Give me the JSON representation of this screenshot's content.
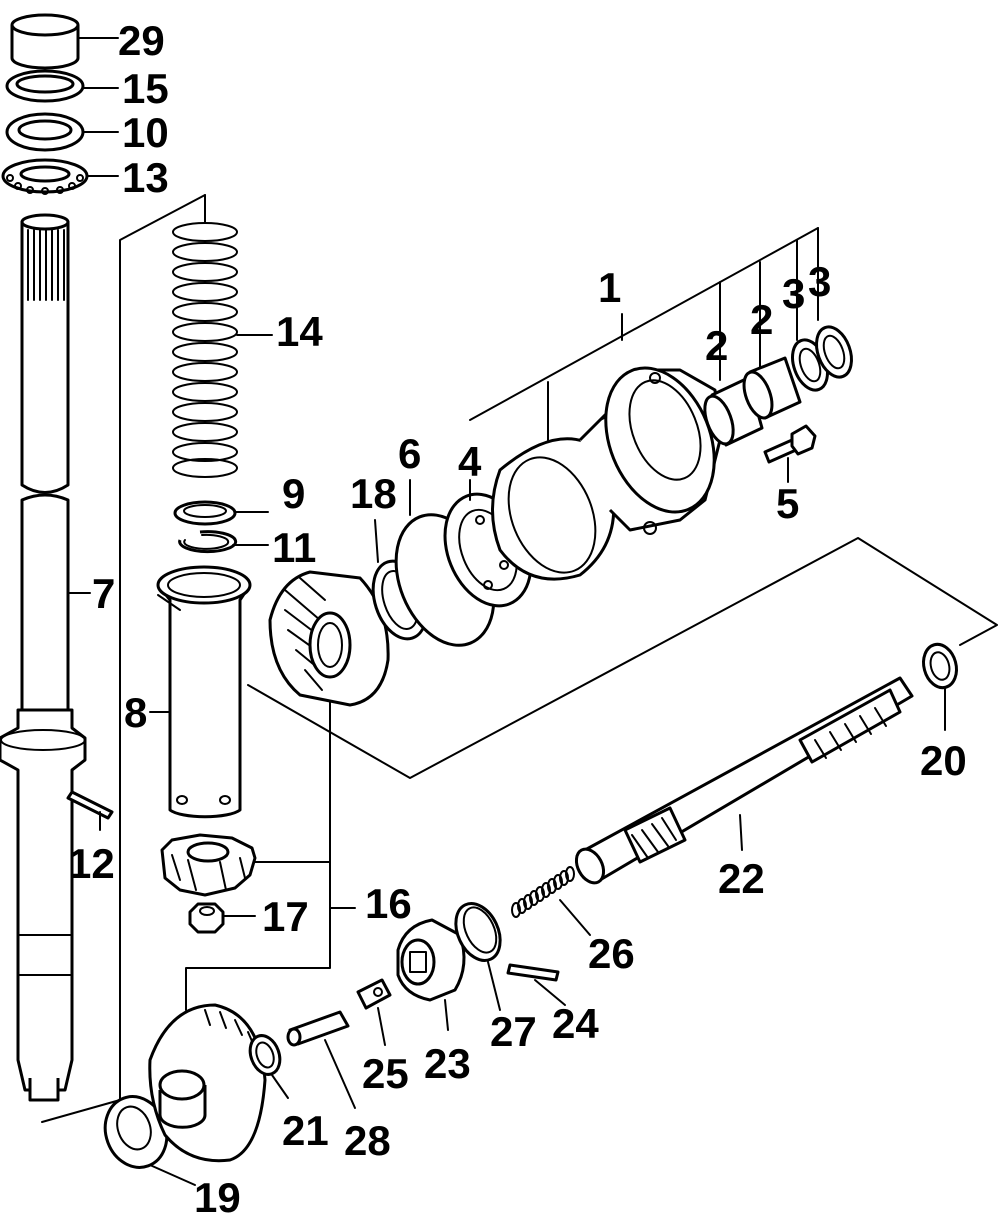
{
  "labels": {
    "l1": "1",
    "l2a": "2",
    "l2b": "2",
    "l3a": "3",
    "l3b": "3",
    "l4": "4",
    "l5": "5",
    "l6": "6",
    "l7": "7",
    "l8": "8",
    "l9": "9",
    "l10": "10",
    "l11": "11",
    "l12": "12",
    "l13": "13",
    "l14": "14",
    "l15": "15",
    "l16": "16",
    "l17": "17",
    "l18": "18",
    "l19": "19",
    "l20": "20",
    "l21": "21",
    "l22": "22",
    "l23": "23",
    "l24": "24",
    "l25": "25",
    "l26": "26",
    "l27": "27",
    "l28": "28",
    "l29": "29"
  }
}
